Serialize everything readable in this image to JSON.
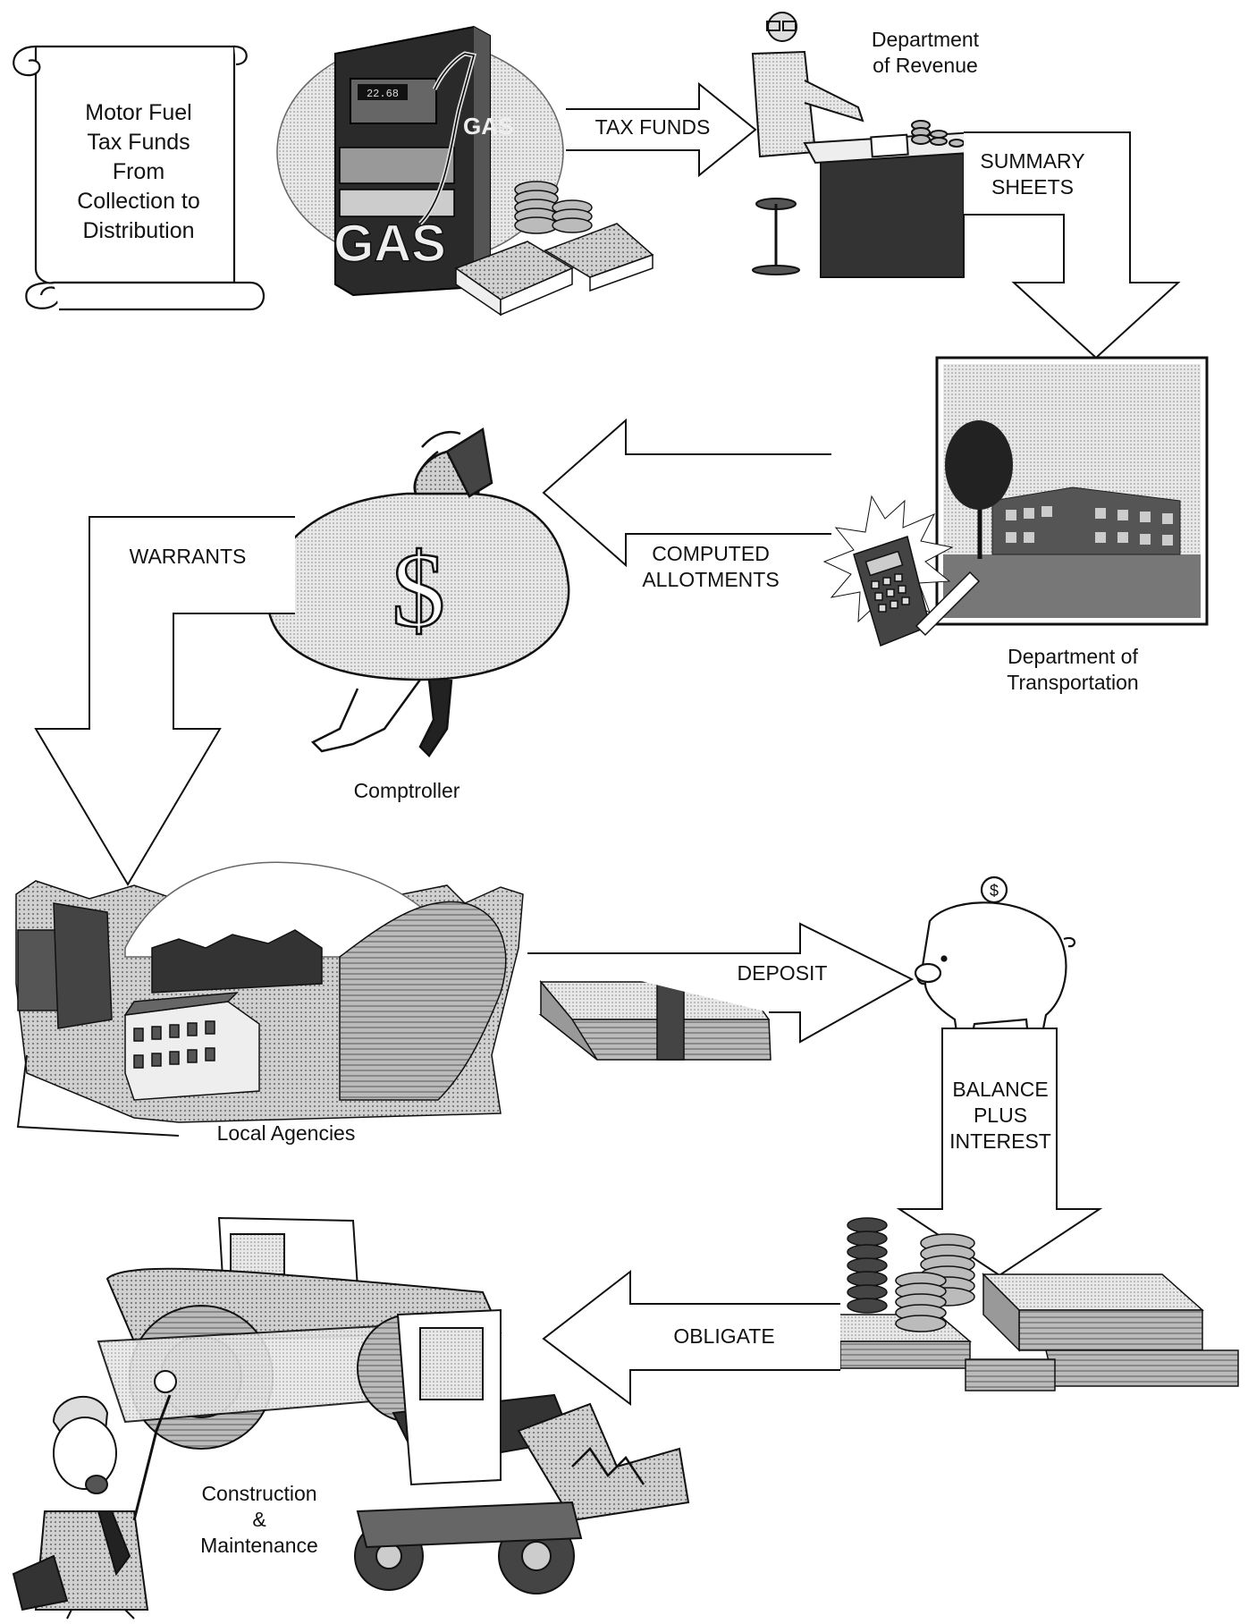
{
  "scroll_title": [
    "Motor Fuel",
    "Tax Funds",
    "From",
    "Collection to",
    "Distribution"
  ],
  "pump_text": {
    "display": "22.68",
    "brand_small": "GAS",
    "brand_large": "GAS"
  },
  "nodes": {
    "revenue": [
      "Department",
      "of Revenue"
    ],
    "transportation": [
      "Department of",
      "Transportation"
    ],
    "comptroller": "Comptroller",
    "local_agencies": "Local Agencies",
    "construction": [
      "Construction",
      "&",
      "Maintenance"
    ]
  },
  "flows": {
    "tax_funds": "TAX FUNDS",
    "summary_sheets": [
      "SUMMARY",
      "SHEETS"
    ],
    "computed_allotments": [
      "COMPUTED",
      "ALLOTMENTS"
    ],
    "warrants": "WARRANTS",
    "deposit": "DEPOSIT",
    "balance_interest": [
      "BALANCE",
      "PLUS",
      "INTEREST"
    ],
    "obligate": "OBLIGATE"
  },
  "symbols": {
    "dollar": "$",
    "coin_dollar": "$"
  },
  "icons": [
    "scroll-icon",
    "gas-pump-icon",
    "clerk-icon",
    "building-icon",
    "calculator-icon",
    "money-bag-icon",
    "town-icon",
    "cash-bundle-icon",
    "piggy-bank-icon",
    "coins-cash-icon",
    "road-roller-icon",
    "worker-icon"
  ]
}
